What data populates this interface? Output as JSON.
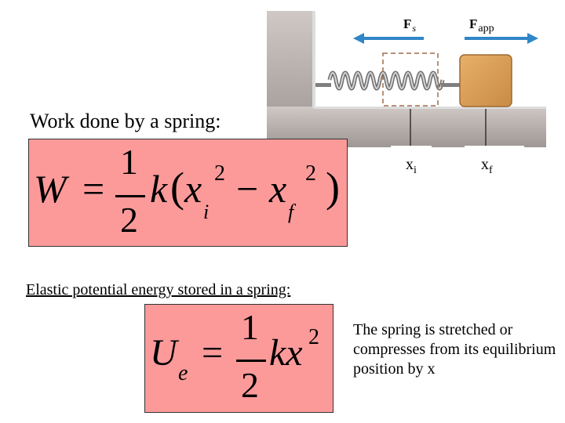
{
  "figure": {
    "force_spring_label": "F",
    "force_spring_sub": "s",
    "force_app_label": "F",
    "force_app_sub": "app",
    "xi_label": "x",
    "xi_sub": "i",
    "xf_label": "x",
    "xf_sub": "f"
  },
  "work": {
    "title": "Work done by a spring:",
    "lhs": "W",
    "equals": "=",
    "numerator": "1",
    "denominator": "2",
    "k": "k",
    "open_paren": "(",
    "x1": "x",
    "sub1": "i",
    "sup1": "2",
    "minus": "−",
    "x2": "x",
    "sub2": "f",
    "sup2": "2",
    "close_paren": ")"
  },
  "energy": {
    "title": "Elastic potential energy stored in a spring:",
    "lhs": "U",
    "lhs_sub": "e",
    "equals": "=",
    "numerator": "1",
    "denominator": "2",
    "kx": "kx",
    "sup": "2"
  },
  "explanation": {
    "text": "The spring is stretched or compresses from its equilibrium position by x"
  },
  "colors": {
    "formula_background": "#fc9a9a",
    "arrow_blue": "#2f86c8",
    "block_tan": "#d69a54",
    "wall_gray": "#b3aaa7"
  }
}
